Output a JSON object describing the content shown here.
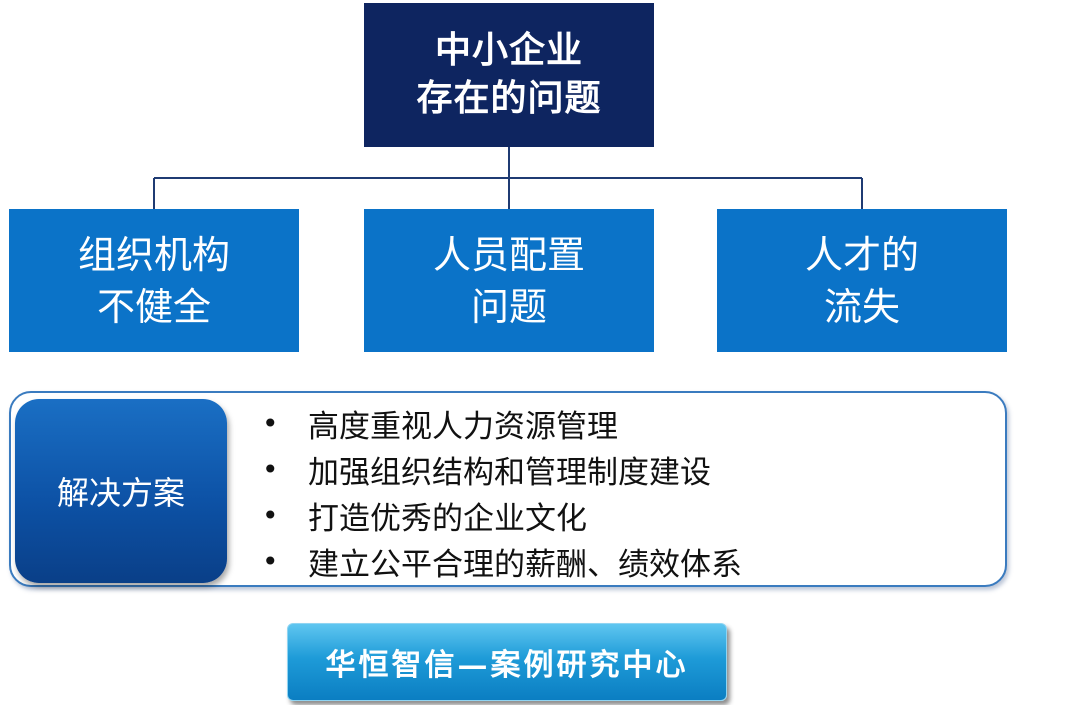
{
  "root": {
    "line1": "中小企业",
    "line2": "存在的问题"
  },
  "issues": [
    {
      "line1": "组织机构",
      "line2": "不健全"
    },
    {
      "line1": "人员配置",
      "line2": "问题"
    },
    {
      "line1": "人才的",
      "line2": "流失"
    }
  ],
  "solution": {
    "label": "解决方案",
    "bullet_glyph": "•",
    "items": [
      "高度重视人力资源管理",
      "加强组织结构和管理制度建设",
      "打造优秀的企业文化",
      "建立公平合理的薪酬、绩效体系"
    ]
  },
  "footer": {
    "text": "华恒智信—案例研究中心"
  },
  "colors": {
    "root_fill": "#0e2560",
    "issue_fill": "#0b73c8",
    "connector": "#1f3b73",
    "panel_border": "#3a7bbf",
    "footer_fill": "#1e9bd8"
  }
}
